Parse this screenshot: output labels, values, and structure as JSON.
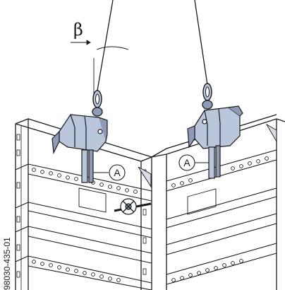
{
  "figure": {
    "angle_symbol": "β",
    "callout_left": "A",
    "callout_right": "A",
    "drawing_code": "98030-435-01"
  },
  "colors": {
    "line": "#1a1a1a",
    "clamp_fill": "#b9c6dc",
    "clamp_dark": "#8d9bb6",
    "rail_fill": "#d9dde6",
    "panel_fill": "#eef0f4",
    "background": "#ffffff"
  }
}
